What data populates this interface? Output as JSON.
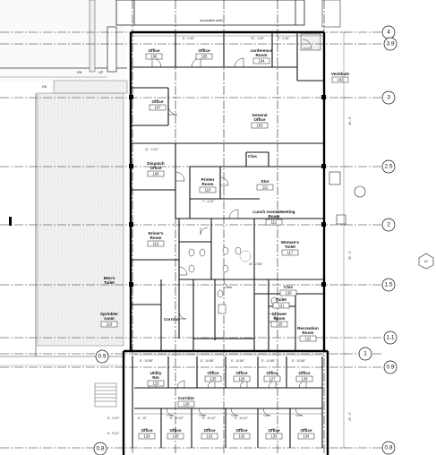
{
  "note_top": "accessible toilet",
  "north_tag": "A1",
  "grid_lines": [
    {
      "label": "4"
    },
    {
      "label": "3.9"
    },
    {
      "label": "3"
    },
    {
      "label": "2.5"
    },
    {
      "label": "2"
    },
    {
      "label": "1.5"
    },
    {
      "label": "1.1"
    },
    {
      "label": "1"
    },
    {
      "label": "0.9"
    },
    {
      "label": "0.8"
    }
  ],
  "rooms": [
    {
      "name": "Office",
      "number": "106"
    },
    {
      "name": "Office",
      "number": "105"
    },
    {
      "name": "conference Room",
      "number": "104"
    },
    {
      "name": "Vestibule",
      "number": "102"
    },
    {
      "name": "Office",
      "number": "107"
    },
    {
      "name": "General Office",
      "number": "103"
    },
    {
      "name": "Clos",
      "number": ""
    },
    {
      "name": "Dispatch Office",
      "number": "108"
    },
    {
      "name": "Printer Room",
      "number": "110"
    },
    {
      "name": "Stor",
      "number": "111"
    },
    {
      "name": "Lunch room&Meeting Room",
      "number": "112"
    },
    {
      "name": "Driver's Room",
      "number": "116"
    },
    {
      "name": "Women's Toilet",
      "number": "117"
    },
    {
      "name": "Men's Toilet",
      "number": ""
    },
    {
      "name": "Clos",
      "number": "120"
    },
    {
      "name": "Toilet",
      "number": "121"
    },
    {
      "name": "Shower Room",
      "number": "125"
    },
    {
      "name": "Recreation Room",
      "number": "122"
    },
    {
      "name": "Sprinkler room",
      "number": "119"
    },
    {
      "name": "Corridor",
      "number": ""
    },
    {
      "name": "Utility Rm",
      "number": "123"
    },
    {
      "name": "Office",
      "number": "125"
    },
    {
      "name": "Office",
      "number": "126"
    },
    {
      "name": "Office",
      "number": "127"
    },
    {
      "name": "Office",
      "number": "128"
    },
    {
      "name": "Corridor",
      "number": "129"
    },
    {
      "name": "Office",
      "number": "129"
    },
    {
      "name": "Office",
      "number": "130"
    },
    {
      "name": "Office",
      "number": "131"
    },
    {
      "name": "Office",
      "number": "132"
    },
    {
      "name": "Office",
      "number": "133"
    },
    {
      "name": "Office",
      "number": "134"
    }
  ],
  "dimensions": [
    "8' - 3 3/4\"",
    "20' - 3 3/4\"",
    "8' - 3 3/4\"",
    "11' - 3 1/2\"",
    "7' - 4 1/2\"",
    "24' - 2 5/8\"",
    "6' - 10\"",
    "8' - 10 1/2\"",
    "8' - 10 1/2\"",
    "8' - 10 1/2\"",
    "8' - 10 5/8\"",
    "8' - 10 5/8\"",
    "8' - 10 5/8\"",
    "8' - 10 5/8\"",
    "8' - 10 5/8\"",
    "8' - 3 1/2\"",
    "8' - 9 1/2\"",
    "26' - 0\"",
    "39' - 0\"",
    "29' - 0\""
  ],
  "labels": [
    "DN",
    "UP",
    "DN"
  ]
}
